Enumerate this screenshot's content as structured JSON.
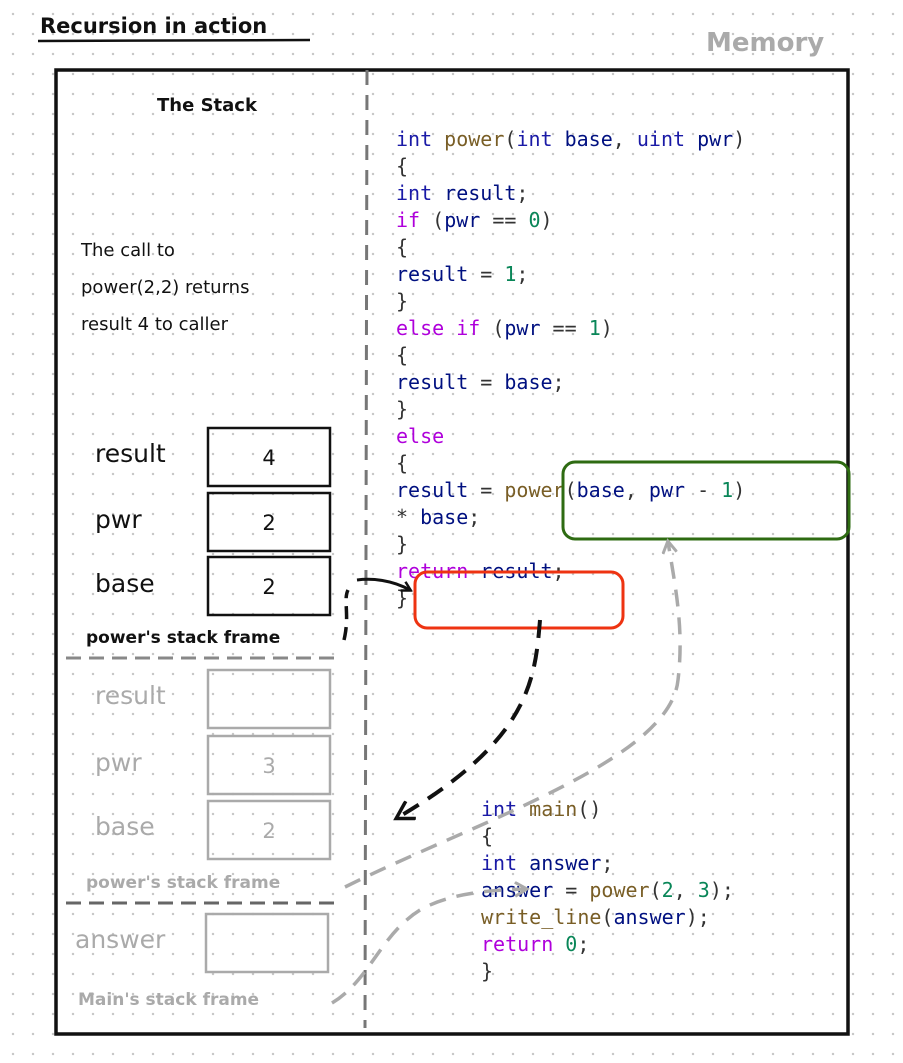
{
  "title": "Recursion in action",
  "memory_label": "Memory",
  "stack_title": "The Stack",
  "note_lines": [
    "The call to",
    "power(2,2) returns",
    "result 4 to caller"
  ],
  "frames": [
    {
      "label": "power's stack frame",
      "variables": [
        {
          "name": "result",
          "value": "4"
        },
        {
          "name": "pwr",
          "value": "2"
        },
        {
          "name": "base",
          "value": "2"
        }
      ]
    },
    {
      "label": "power's stack frame",
      "variables": [
        {
          "name": "result",
          "value": ""
        },
        {
          "name": "pwr",
          "value": "3"
        },
        {
          "name": "base",
          "value": "2"
        }
      ]
    },
    {
      "label": "Main's stack frame",
      "variables": [
        {
          "name": "answer",
          "value": ""
        }
      ]
    }
  ],
  "colors": {
    "keyword": "#1a1aa6",
    "control": "#af00db",
    "function": "#795e26",
    "identifier": "#001080",
    "number": "#098658",
    "punct": "#333333",
    "faded": "#aaaaaa",
    "highlight_return": "#ee3311",
    "highlight_call": "#2e6b12"
  },
  "code_power": [
    {
      "tokens": [
        {
          "t": "int",
          "c": "keyword"
        },
        {
          "t": " ",
          "c": "punct"
        },
        {
          "t": "power",
          "c": "function"
        },
        {
          "t": "(",
          "c": "punct"
        },
        {
          "t": "int",
          "c": "keyword"
        },
        {
          "t": " base",
          "c": "identifier"
        },
        {
          "t": ", ",
          "c": "punct"
        },
        {
          "t": "uint",
          "c": "keyword"
        },
        {
          "t": " pwr",
          "c": "identifier"
        },
        {
          "t": ")",
          "c": "punct"
        }
      ]
    },
    {
      "tokens": [
        {
          "t": "{",
          "c": "punct"
        }
      ]
    },
    {
      "tokens": [
        {
          "t": "  ",
          "c": "punct"
        },
        {
          "t": "int",
          "c": "keyword"
        },
        {
          "t": " result",
          "c": "identifier"
        },
        {
          "t": ";",
          "c": "punct"
        }
      ]
    },
    {
      "tokens": [
        {
          "t": "  ",
          "c": "punct"
        },
        {
          "t": "if",
          "c": "control"
        },
        {
          "t": " (",
          "c": "punct"
        },
        {
          "t": "pwr",
          "c": "identifier"
        },
        {
          "t": " == ",
          "c": "punct"
        },
        {
          "t": "0",
          "c": "number"
        },
        {
          "t": ")",
          "c": "punct"
        }
      ]
    },
    {
      "tokens": [
        {
          "t": "  {",
          "c": "punct"
        }
      ]
    },
    {
      "tokens": [
        {
          "t": "    ",
          "c": "punct"
        },
        {
          "t": "result",
          "c": "identifier"
        },
        {
          "t": " = ",
          "c": "punct"
        },
        {
          "t": "1",
          "c": "number"
        },
        {
          "t": ";",
          "c": "punct"
        }
      ]
    },
    {
      "tokens": [
        {
          "t": "  }",
          "c": "punct"
        }
      ]
    },
    {
      "tokens": [
        {
          "t": "  ",
          "c": "punct"
        },
        {
          "t": "else if",
          "c": "control"
        },
        {
          "t": " (",
          "c": "punct"
        },
        {
          "t": "pwr",
          "c": "identifier"
        },
        {
          "t": " == ",
          "c": "punct"
        },
        {
          "t": "1",
          "c": "number"
        },
        {
          "t": ")",
          "c": "punct"
        }
      ]
    },
    {
      "tokens": [
        {
          "t": "  {",
          "c": "punct"
        }
      ]
    },
    {
      "tokens": [
        {
          "t": "    ",
          "c": "punct"
        },
        {
          "t": "result",
          "c": "identifier"
        },
        {
          "t": " = ",
          "c": "punct"
        },
        {
          "t": "base",
          "c": "identifier"
        },
        {
          "t": ";",
          "c": "punct"
        }
      ]
    },
    {
      "tokens": [
        {
          "t": "  }",
          "c": "punct"
        }
      ]
    },
    {
      "tokens": [
        {
          "t": "  ",
          "c": "punct"
        },
        {
          "t": "else",
          "c": "control"
        }
      ]
    },
    {
      "tokens": [
        {
          "t": "  {",
          "c": "punct"
        }
      ]
    },
    {
      "tokens": [
        {
          "t": "    ",
          "c": "punct"
        },
        {
          "t": "result",
          "c": "identifier"
        },
        {
          "t": " = ",
          "c": "punct"
        },
        {
          "t": "power",
          "c": "function"
        },
        {
          "t": "(",
          "c": "punct"
        },
        {
          "t": "base",
          "c": "identifier"
        },
        {
          "t": ", ",
          "c": "punct"
        },
        {
          "t": "pwr",
          "c": "identifier"
        },
        {
          "t": " - ",
          "c": "punct"
        },
        {
          "t": "1",
          "c": "number"
        },
        {
          "t": ")",
          "c": "punct"
        }
      ]
    },
    {
      "tokens": [
        {
          "t": "      * ",
          "c": "punct"
        },
        {
          "t": "base",
          "c": "identifier"
        },
        {
          "t": ";",
          "c": "punct"
        }
      ]
    },
    {
      "tokens": [
        {
          "t": "  }",
          "c": "punct"
        }
      ]
    },
    {
      "tokens": [
        {
          "t": "  ",
          "c": "punct"
        },
        {
          "t": "return",
          "c": "control"
        },
        {
          "t": " result",
          "c": "identifier"
        },
        {
          "t": ";",
          "c": "punct"
        }
      ]
    },
    {
      "tokens": [
        {
          "t": "}",
          "c": "punct"
        }
      ]
    }
  ],
  "code_main": [
    {
      "tokens": [
        {
          "t": "int",
          "c": "keyword"
        },
        {
          "t": " ",
          "c": "punct"
        },
        {
          "t": "main",
          "c": "function"
        },
        {
          "t": "()",
          "c": "punct"
        }
      ]
    },
    {
      "tokens": [
        {
          "t": "{",
          "c": "punct"
        }
      ]
    },
    {
      "tokens": [
        {
          "t": "    ",
          "c": "punct"
        },
        {
          "t": "int",
          "c": "keyword"
        },
        {
          "t": " answer",
          "c": "identifier"
        },
        {
          "t": ";",
          "c": "punct"
        }
      ]
    },
    {
      "tokens": [
        {
          "t": "    ",
          "c": "punct"
        },
        {
          "t": "answer",
          "c": "identifier"
        },
        {
          "t": " = ",
          "c": "punct"
        },
        {
          "t": "power",
          "c": "function"
        },
        {
          "t": "(",
          "c": "punct"
        },
        {
          "t": "2",
          "c": "number"
        },
        {
          "t": ", ",
          "c": "punct"
        },
        {
          "t": "3",
          "c": "number"
        },
        {
          "t": ");",
          "c": "punct"
        }
      ]
    },
    {
      "tokens": [
        {
          "t": "    ",
          "c": "punct"
        },
        {
          "t": "write_line",
          "c": "function"
        },
        {
          "t": "(",
          "c": "punct"
        },
        {
          "t": "answer",
          "c": "identifier"
        },
        {
          "t": ");",
          "c": "punct"
        }
      ]
    },
    {
      "tokens": [
        {
          "t": "    ",
          "c": "punct"
        },
        {
          "t": "return",
          "c": "control"
        },
        {
          "t": " ",
          "c": "punct"
        },
        {
          "t": "0",
          "c": "number"
        },
        {
          "t": ";",
          "c": "punct"
        }
      ]
    },
    {
      "tokens": [
        {
          "t": "}",
          "c": "punct"
        }
      ]
    }
  ]
}
